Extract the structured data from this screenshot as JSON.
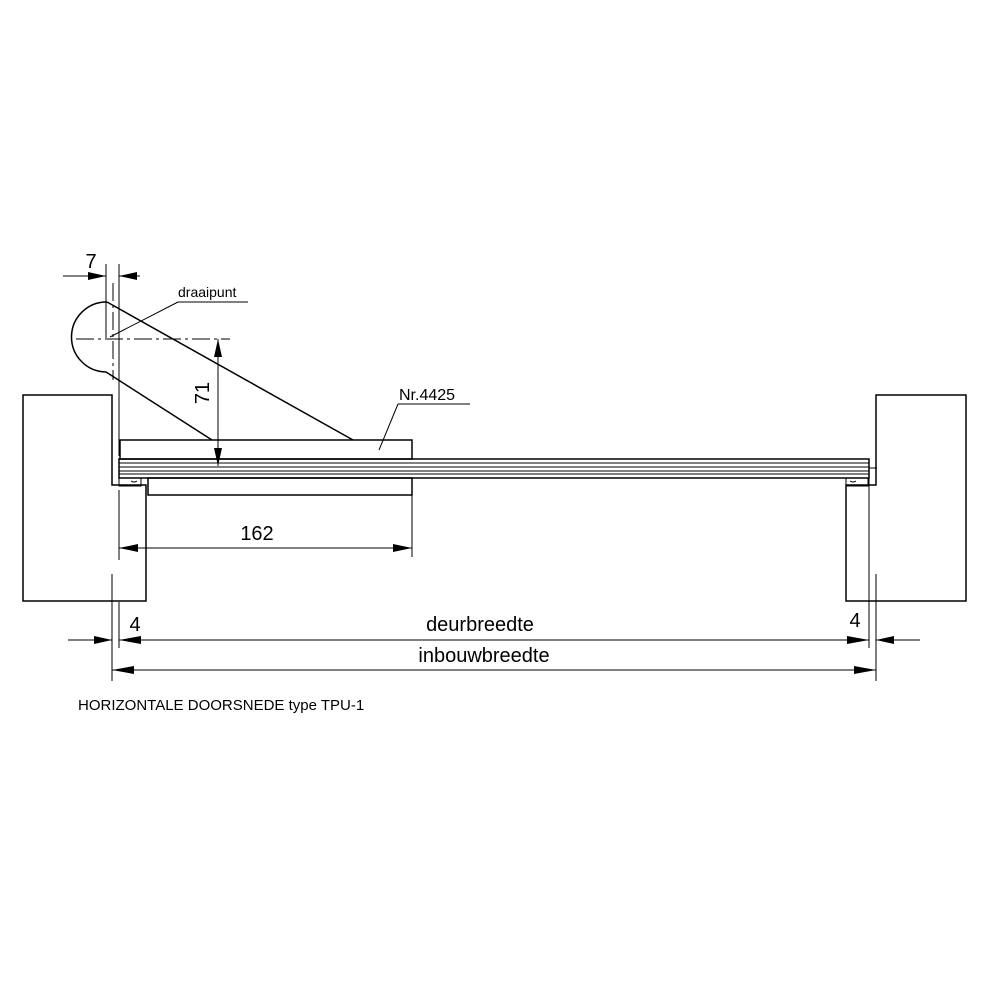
{
  "dimensions": {
    "offset_top": "7",
    "rise": "71",
    "arm_reach": "162",
    "gap_left": "4",
    "gap_right": "4"
  },
  "labels": {
    "pivot": "draaipunt",
    "part_number": "Nr.4425",
    "door_width": "deurbreedte",
    "frame_width": "inbouwbreedte"
  },
  "caption": "HORIZONTALE DOORSNEDE type TPU-1"
}
